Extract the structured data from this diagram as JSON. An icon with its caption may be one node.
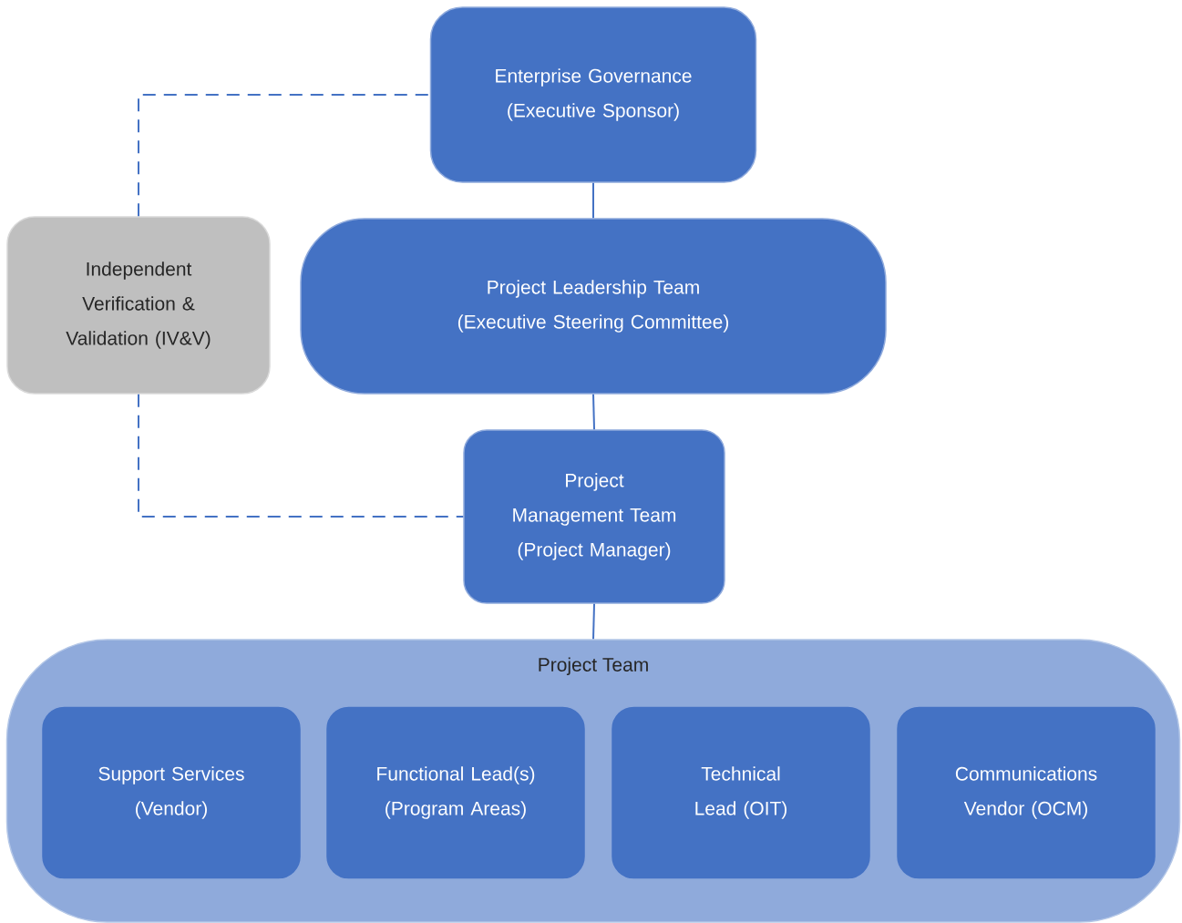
{
  "diagram": {
    "nodes": [
      {
        "text": [
          "Enterprise Governance (Executive Sponsor)"
        ]
      },
      {
        "text": [
          "Independent Verification & Validation (IV&V)"
        ]
      },
      {
        "text": [
          "Project Leadership Team (Executive Steering Committee)"
        ]
      },
      {
        "text": [
          "Project Management Team (Project Manager)"
        ]
      },
      {
        "text": [
          "Project Team"
        ]
      },
      {
        "text": [
          "Support Services (Vendor)"
        ],
        "in": 4
      },
      {
        "text": [
          "Functional Lead(s) (Program Areas)"
        ],
        "in": 4
      },
      {
        "text": [
          "Technical Lead (OIT)"
        ],
        "in": 4
      },
      {
        "text": [
          "Communications Vendor (OCM)"
        ],
        "in": 4
      }
    ],
    "edges": [
      {
        "from": 0,
        "to": 2,
        "arrow": "none"
      },
      {
        "from": 2,
        "to": 3,
        "arrow": "none"
      },
      {
        "from": 3,
        "to": 4,
        "arrow": "none"
      },
      {
        "from": 1,
        "to": 0,
        "arrow": "none",
        "style": "dashed"
      },
      {
        "from": 1,
        "to": 3,
        "arrow": "none",
        "style": "dashed"
      }
    ]
  }
}
